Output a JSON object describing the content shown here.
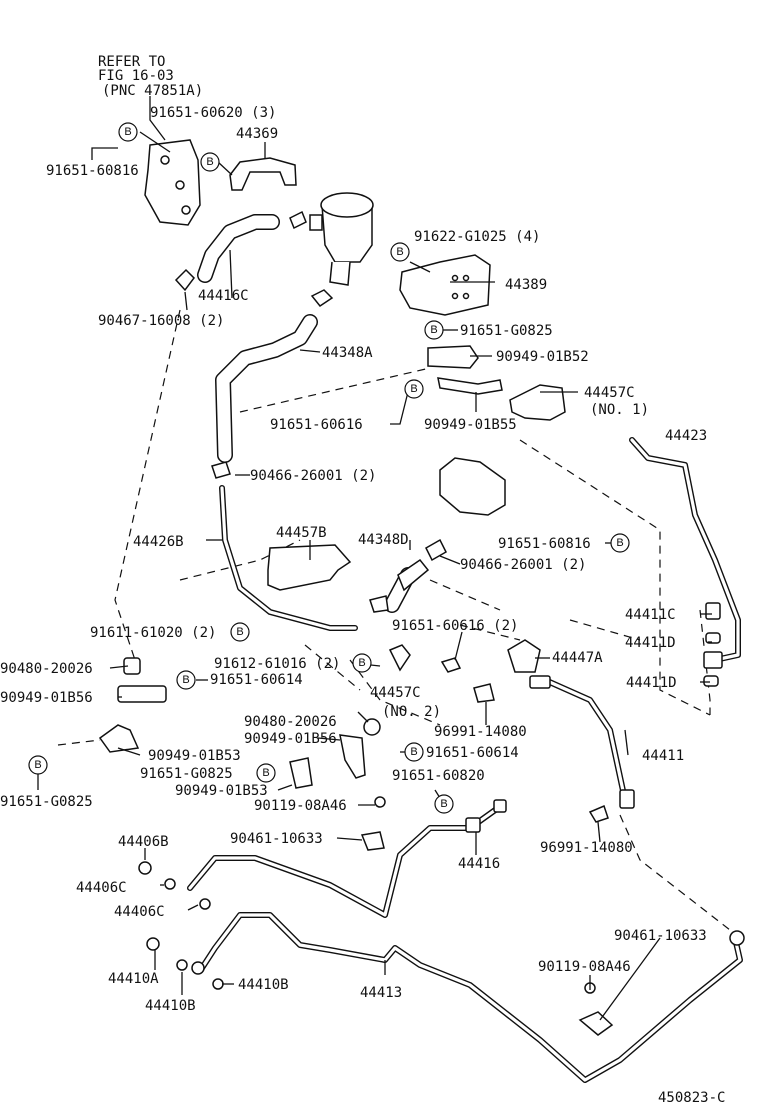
{
  "refer": {
    "line1": "REFER TO",
    "line2": "FIG 16-03",
    "line3": "(PNC 47851A)"
  },
  "bolt_marker": "B",
  "figure_id": "450823-C",
  "labels": {
    "p91651_60620": "91651-60620 (3)",
    "p44369": "44369",
    "p91651_60816_a": "91651-60816",
    "p91622_g1025": "91622-G1025 (4)",
    "p44389": "44389",
    "p44416c": "44416C",
    "p90467_16008": "90467-16008 (2)",
    "p91651_g0825_a": "91651-G0825",
    "p44348a": "44348A",
    "p90949_01b52": "90949-01B52",
    "p44457c_no1_a": "44457C",
    "p44457c_no1_b": "(NO. 1)",
    "p91651_60616_a": "91651-60616",
    "p90949_01b55": "90949-01B55",
    "p44423": "44423",
    "p90466_26001_a": "90466-26001 (2)",
    "p44426b": "44426B",
    "p44457b": "44457B",
    "p44348d": "44348D",
    "p91651_60816_b": "91651-60816",
    "p90466_26001_b": "90466-26001 (2)",
    "p44411c": "44411C",
    "p91611_61020": "91611-61020 (2)",
    "p91651_60616_b": "91651-60616 (2)",
    "p44411d_a": "44411D",
    "p44447a": "44447A",
    "p90480_20026_a": "90480-20026",
    "p91612_61016": "91612-61016 (2)",
    "p44411d_b": "44411D",
    "p91651_60614_a": "91651-60614",
    "p90949_01b56_a": "90949-01B56",
    "p44457c_no2_a": "44457C",
    "p44457c_no2_b": "(NO. 2)",
    "p90480_20026_b": "90480-20026",
    "p96991_14080_a": "96991-14080",
    "p90949_01b56_b": "90949-01B56",
    "p90949_01b53_a": "90949-01B53",
    "p44411": "44411",
    "p91651_60614_b": "91651-60614",
    "p91651_g0825_b": "91651-G0825",
    "p91651_60820": "91651-60820",
    "p90949_01b53_b": "90949-01B53",
    "p91651_g0825_c": "91651-G0825",
    "p90119_08a46_a": "90119-08A46",
    "p44406b": "44406B",
    "p90461_10633_a": "90461-10633",
    "p96991_14080_b": "96991-14080",
    "p44416": "44416",
    "p44406c_a": "44406C",
    "p44406c_b": "44406C",
    "p90461_10633_b": "90461-10633",
    "p44410a": "44410A",
    "p44410b_a": "44410B",
    "p44413": "44413",
    "p90119_08a46_b": "90119-08A46",
    "p44410b_b": "44410B"
  }
}
